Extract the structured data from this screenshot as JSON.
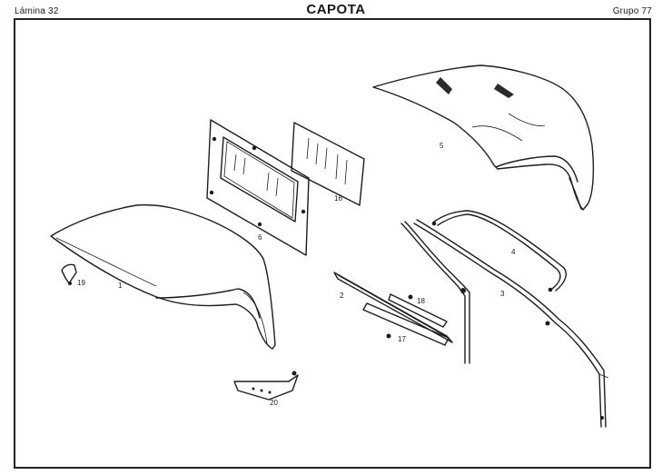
{
  "header": {
    "left": "Lámina 32",
    "title": "CAPOTA",
    "right": "Grupo 77"
  },
  "callouts": [
    {
      "id": "1",
      "label": "1"
    },
    {
      "id": "2",
      "label": "2"
    },
    {
      "id": "3",
      "label": "3"
    },
    {
      "id": "4",
      "label": "4"
    },
    {
      "id": "5",
      "label": "5"
    },
    {
      "id": "6",
      "label": "6"
    },
    {
      "id": "16",
      "label": "16"
    },
    {
      "id": "17",
      "label": "17"
    },
    {
      "id": "18",
      "label": "18"
    },
    {
      "id": "19",
      "label": "19"
    },
    {
      "id": "20",
      "label": "20"
    }
  ]
}
